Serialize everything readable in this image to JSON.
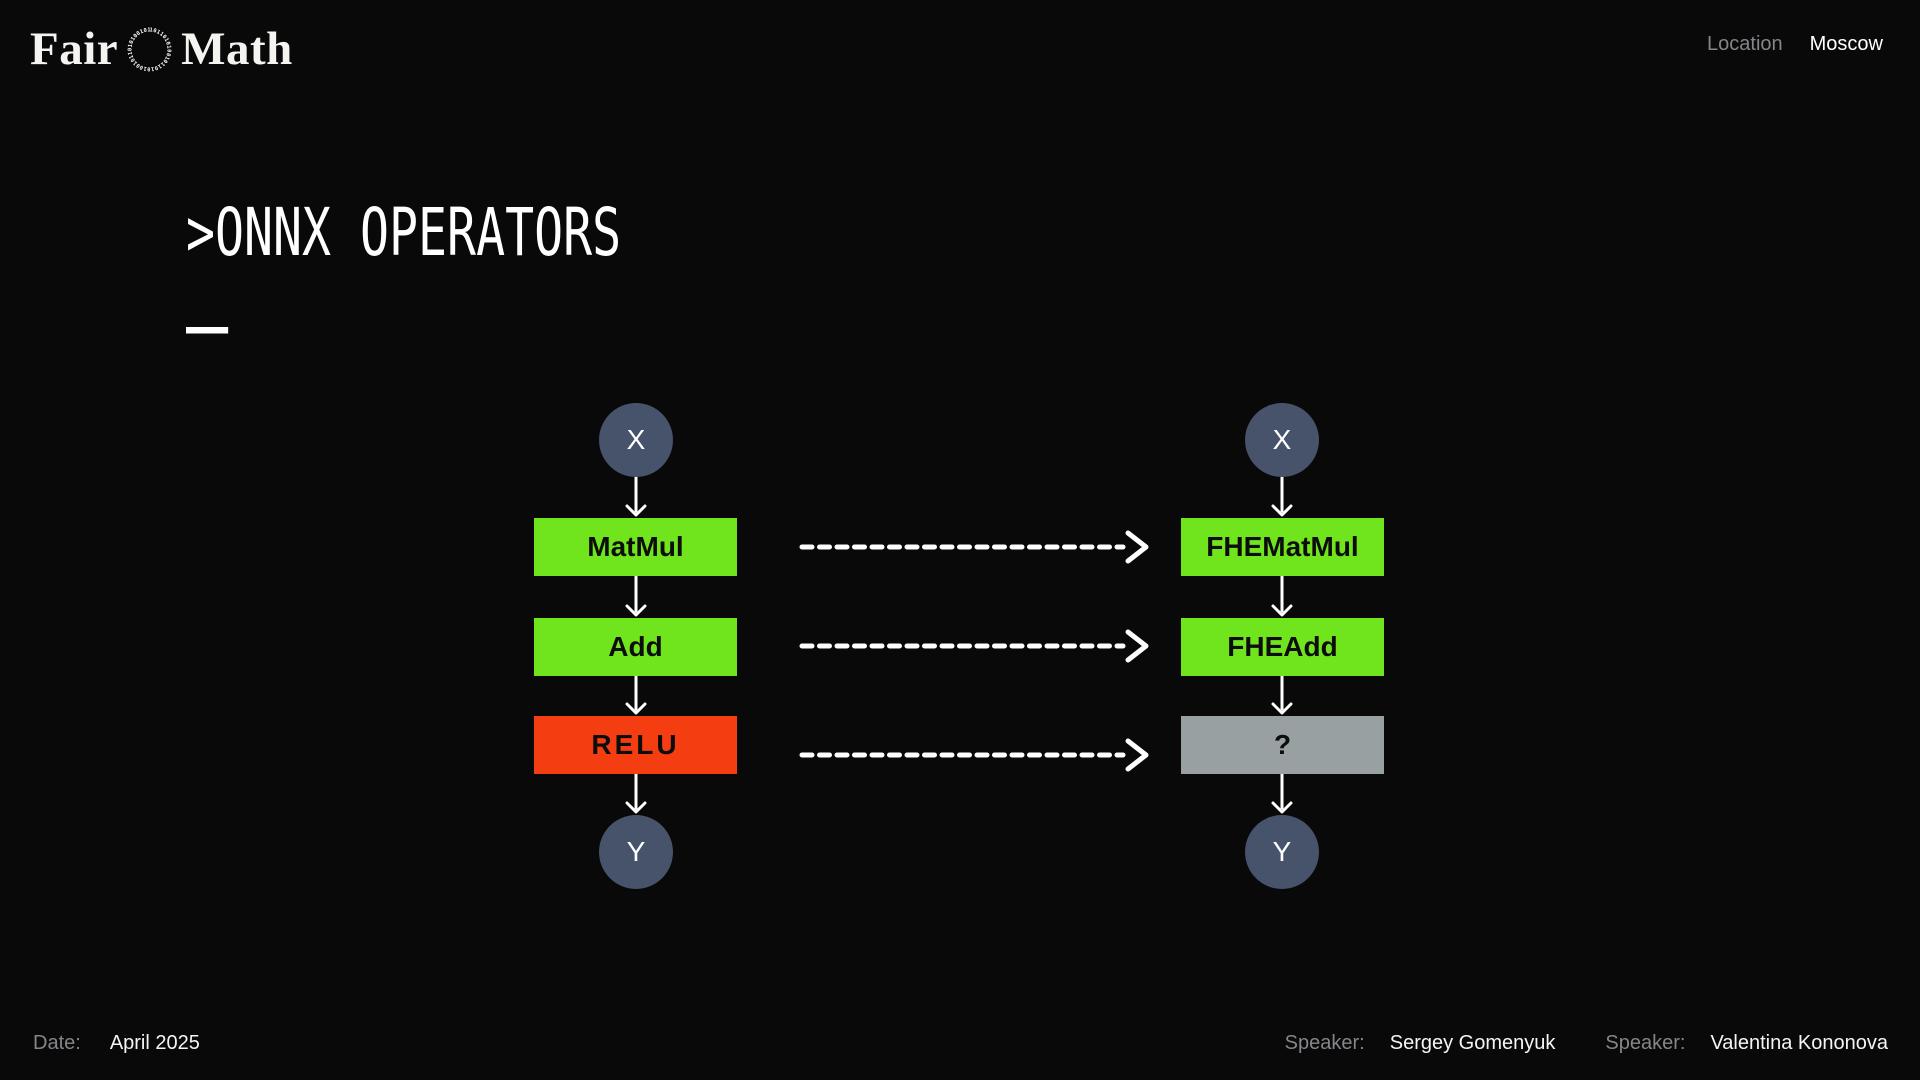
{
  "header": {
    "logo": {
      "word_left": "Fair",
      "word_right": "Math",
      "ring_binary": "1011010100101101010010110101001011"
    },
    "location_label": "Location",
    "location_value": "Moscow"
  },
  "slide": {
    "title": ">ONNX OPERATORS",
    "cursor": "_"
  },
  "diagram": {
    "left_pipeline": {
      "input": "X",
      "op1": "MatMul",
      "op2": "Add",
      "op3": "RELU",
      "output": "Y"
    },
    "right_pipeline": {
      "input": "X",
      "op1": "FHEMatMul",
      "op2": "FHEAdd",
      "op3": "?",
      "output": "Y"
    }
  },
  "footer": {
    "date_label": "Date:",
    "date_value": "April 2025",
    "speaker1_label": "Speaker:",
    "speaker1_value": "Sergey Gomenyuk",
    "speaker2_label": "Speaker:",
    "speaker2_value": "Valentina Kononova"
  },
  "colors": {
    "background": "#09090a",
    "op_green": "#70e51e",
    "op_red": "#f53d12",
    "op_gray": "#99a0a2",
    "node_slate": "#46536b",
    "label_gray": "#85858a",
    "text_white": "#ffffff"
  }
}
